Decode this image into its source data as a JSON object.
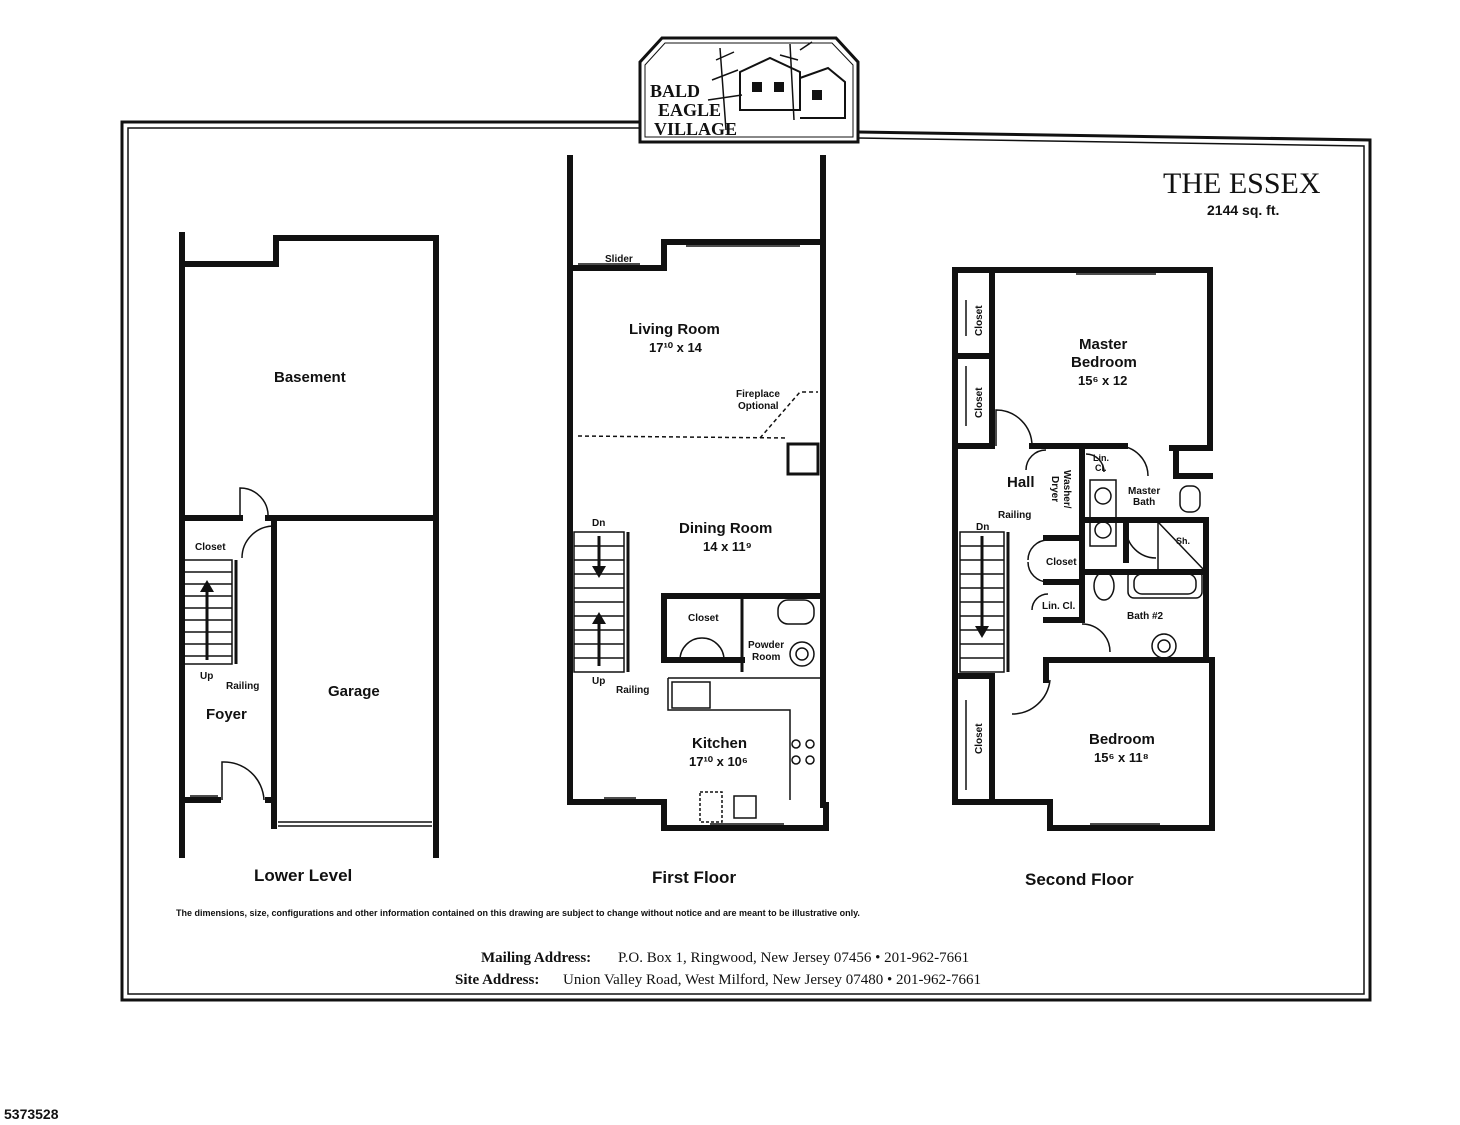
{
  "logo": {
    "line1": "BALD",
    "line2": "EAGLE",
    "line3": "VILLAGE"
  },
  "model": {
    "name": "THE ESSEX",
    "area": "2144 sq. ft."
  },
  "lower_level": {
    "title": "Lower Level",
    "basement": "Basement",
    "closet": "Closet",
    "up": "Up",
    "railing": "Railing",
    "foyer": "Foyer",
    "garage": "Garage"
  },
  "first_floor": {
    "title": "First Floor",
    "slider": "Slider",
    "living_room": "Living Room",
    "living_dims": "17¹⁰ x 14",
    "fireplace_1": "Fireplace",
    "fireplace_2": "Optional",
    "dn": "Dn",
    "dining_room": "Dining Room",
    "dining_dims": "14 x 11⁹",
    "closet": "Closet",
    "powder_1": "Powder",
    "powder_2": "Room",
    "up": "Up",
    "railing": "Railing",
    "kitchen": "Kitchen",
    "kitchen_dims": "17¹⁰ x 10⁶"
  },
  "second_floor": {
    "title": "Second Floor",
    "closet_a": "Closet",
    "closet_b": "Closet",
    "master_bed_1": "Master",
    "master_bed_2": "Bedroom",
    "master_dims": "15⁶ x 12",
    "hall": "Hall",
    "washer_1": "Washer/",
    "washer_2": "Dryer",
    "lin_cl_top_1": "Lin.",
    "lin_cl_top_2": "Cl.",
    "master_bath_1": "Master",
    "master_bath_2": "Bath",
    "railing": "Railing",
    "dn": "Dn",
    "closet_c": "Closet",
    "sh": "Sh.",
    "lin_cl": "Lin. Cl.",
    "bath2": "Bath #2",
    "closet_d": "Closet",
    "bedroom": "Bedroom",
    "bedroom_dims": "15⁶ x 11⁸"
  },
  "disclaimer": "The dimensions, size, configurations and other information contained on this drawing are subject to change without notice and are meant to be illustrative only.",
  "mailing": {
    "label": "Mailing Address:",
    "value": "P.O. Box 1, Ringwood, New Jersey 07456 • 201-962-7661"
  },
  "site": {
    "label": "Site Address:",
    "value": "Union Valley Road, West Milford, New Jersey 07480 • 201-962-7661"
  },
  "listing_id": "5373528"
}
